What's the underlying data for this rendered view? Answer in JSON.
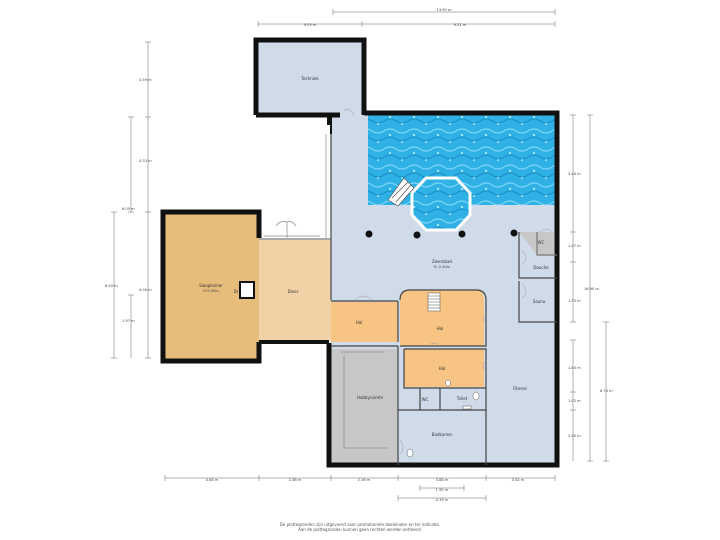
{
  "rooms": {
    "technic": "Techniek",
    "sleeping": "Slaapkamer",
    "sleeping_sub": "H:5.00m",
    "dining": "Diner",
    "swimming": "Zwembad",
    "swimming_sub": "H: 2.40m",
    "hall1": "Hal",
    "hall2": "Hal",
    "hall3": "Hal",
    "wc": "WC",
    "douche": "Douche",
    "sauna": "Sauna",
    "fitness": "Fitness",
    "toilet": "Toilet",
    "wc2": "WC",
    "bathroom": "Badkamer",
    "fitroom": "Hobbyruimte",
    "dressing": "Dr"
  },
  "dimensions": {
    "top_total": "13.90 m",
    "top_left": "9.03 m",
    "top_right": "9.21 m",
    "left_1": "3.59 m",
    "left_2": "4.33 m",
    "left_3": "6.05 m",
    "left_4": "6.40 m",
    "left_5": "4.90 m",
    "left_6": "1.97 m",
    "right_1": "3.44 m",
    "right_2": "1.07 m",
    "right_3": "16.90 m",
    "right_4": "1.53 m",
    "right_5": "1.83 m",
    "right_6": "6.74 m",
    "right_7": "1.02 m",
    "right_8": "2.40 m",
    "bottom_1": "4.48 m",
    "bottom_2": "2.38 m",
    "bottom_3": "2.16 m",
    "bottom_4": "3.88 m",
    "bottom_5": "3.42 m",
    "bottom_6": "1.90 m",
    "bottom_7": "4.19 m"
  },
  "footer": {
    "line1": "De plattegronden zijn uitgevoerd voor promotionele doeleinden en ter indicatie.",
    "line2": "Aan de plattegronden kunnen geen rechten worden ontleend."
  },
  "colors": {
    "blue_floor": "#cfdbe9",
    "orange_floor": "#f7c483",
    "brown_floor": "#e6bd7b",
    "beige_floor": "#f1d2a7",
    "grey_floor": "#c7c7c7",
    "wall": "#111111",
    "water": "#2fb1e6"
  }
}
